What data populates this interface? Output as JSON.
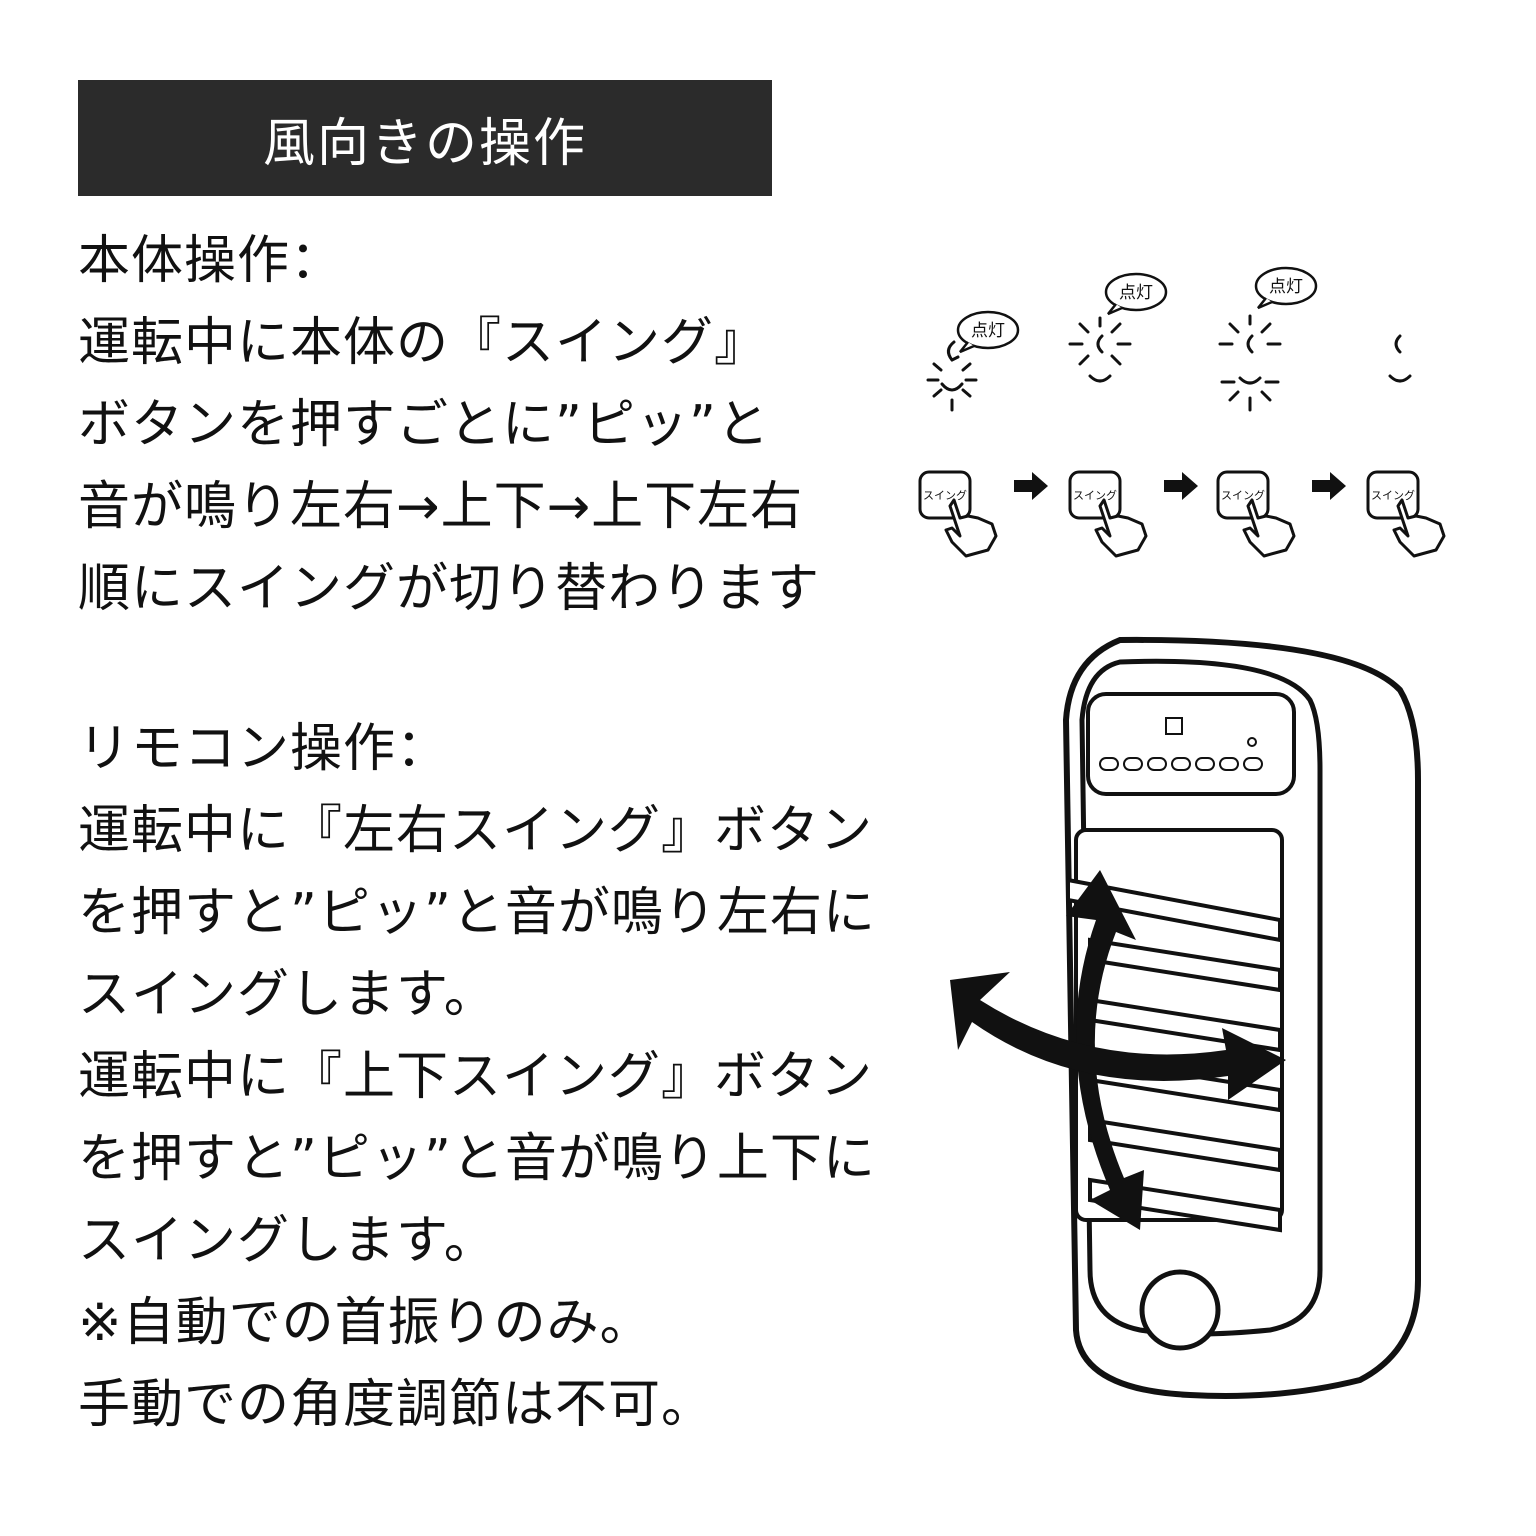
{
  "title": "風向きの操作",
  "body_operation": {
    "lines": [
      "本体操作：",
      "運転中に本体の『スイング』",
      "ボタンを押すごとに”ピッ”と",
      "音が鳴り左右→上下→上下左右",
      "順にスイングが切り替わります"
    ]
  },
  "remote_operation": {
    "lines": [
      "リモコン操作：",
      "運転中に『左右スイング』ボタン",
      "を押すと”ピッ”と音が鳴り左右に",
      "スイングします。",
      "運転中に『上下スイング』ボタン",
      "を押すと”ピッ”と音が鳴り上下に",
      "スイングします。",
      "※自動での首振りのみ。",
      "手動での角度調節は不可。"
    ]
  },
  "indicator_steps": [
    {
      "tag": "点灯"
    },
    {
      "tag": "点灯"
    },
    {
      "tag": "点灯"
    },
    {
      "tag": ""
    }
  ],
  "swing_button_label": "スイング",
  "colors": {
    "title_bg": "#2b2b2b",
    "title_text": "#ffffff",
    "text": "#111111"
  }
}
